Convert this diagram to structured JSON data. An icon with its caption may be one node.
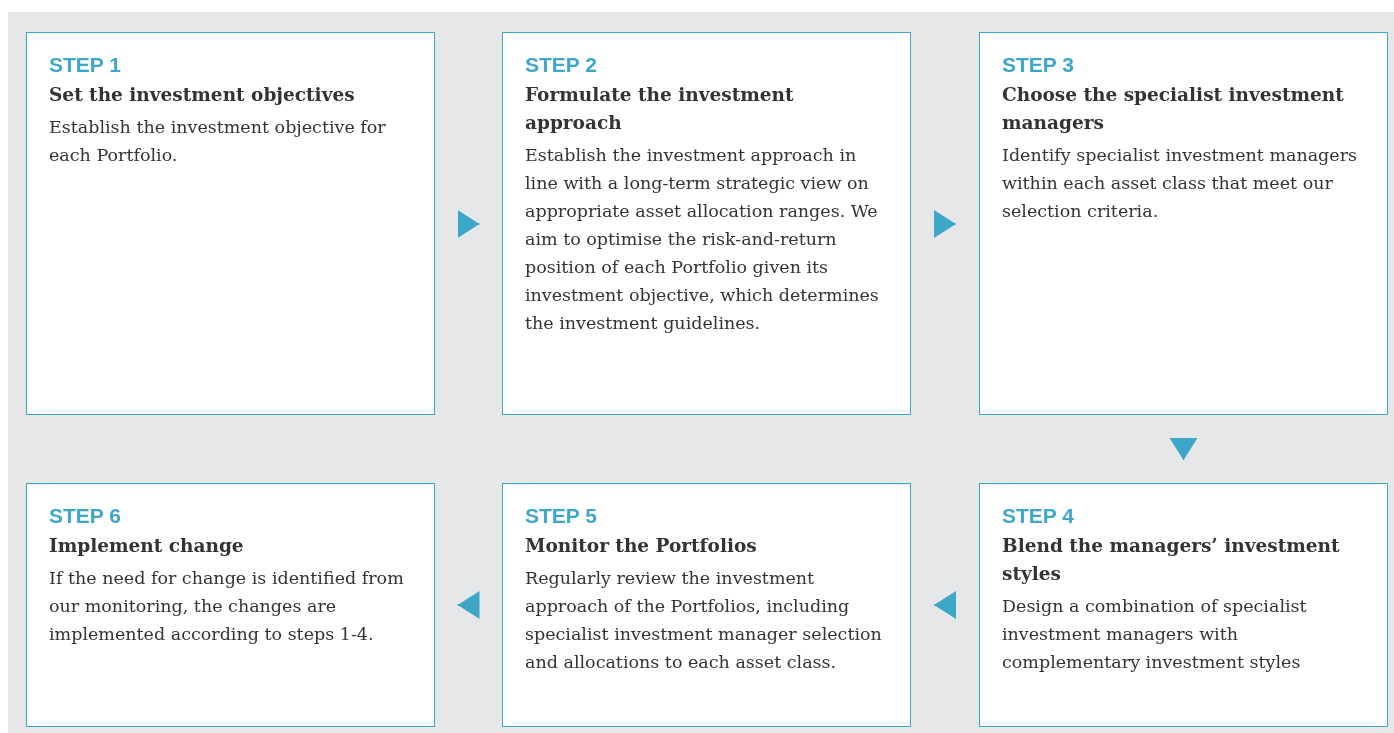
{
  "diagram": {
    "nodes": [
      {
        "text": [
          "STEP 1",
          "Set the investment objectives",
          "Establish the investment objective for each Portfolio."
        ]
      },
      {
        "text": [
          "STEP 2",
          "Formulate the investment approach",
          "Establish the investment approach in line with a long-term strategic view on appropriate asset allocation ranges. We aim to optimise the risk-and-return position of each Portfolio given its investment objective, which determines the investment guidelines."
        ]
      },
      {
        "text": [
          "STEP 3",
          "Choose the specialist investment managers",
          "Identify specialist investment managers within each asset class that meet our selection criteria."
        ]
      },
      {
        "text": [
          "STEP 6",
          "Implement change",
          "If the need for change is identified from our monitoring, the changes are implemented according to steps 1-4."
        ]
      },
      {
        "text": [
          "STEP 5",
          "Monitor the Portfolios",
          "Regularly review the investment approach of the Portfolios, including specialist investment manager selection and allocations to each asset class."
        ]
      },
      {
        "text": [
          "STEP 4",
          "Blend the managers’ investment styles",
          "Design a combination of specialist investment managers with complementary investment styles"
        ]
      }
    ],
    "edges": [
      {
        "from": 0,
        "to": 1,
        "arrow": "to"
      },
      {
        "from": 1,
        "to": 2,
        "arrow": "to"
      },
      {
        "from": 2,
        "to": 5,
        "arrow": "to"
      },
      {
        "from": 5,
        "to": 4,
        "arrow": "to"
      },
      {
        "from": 4,
        "to": 3,
        "arrow": "to"
      }
    ]
  }
}
